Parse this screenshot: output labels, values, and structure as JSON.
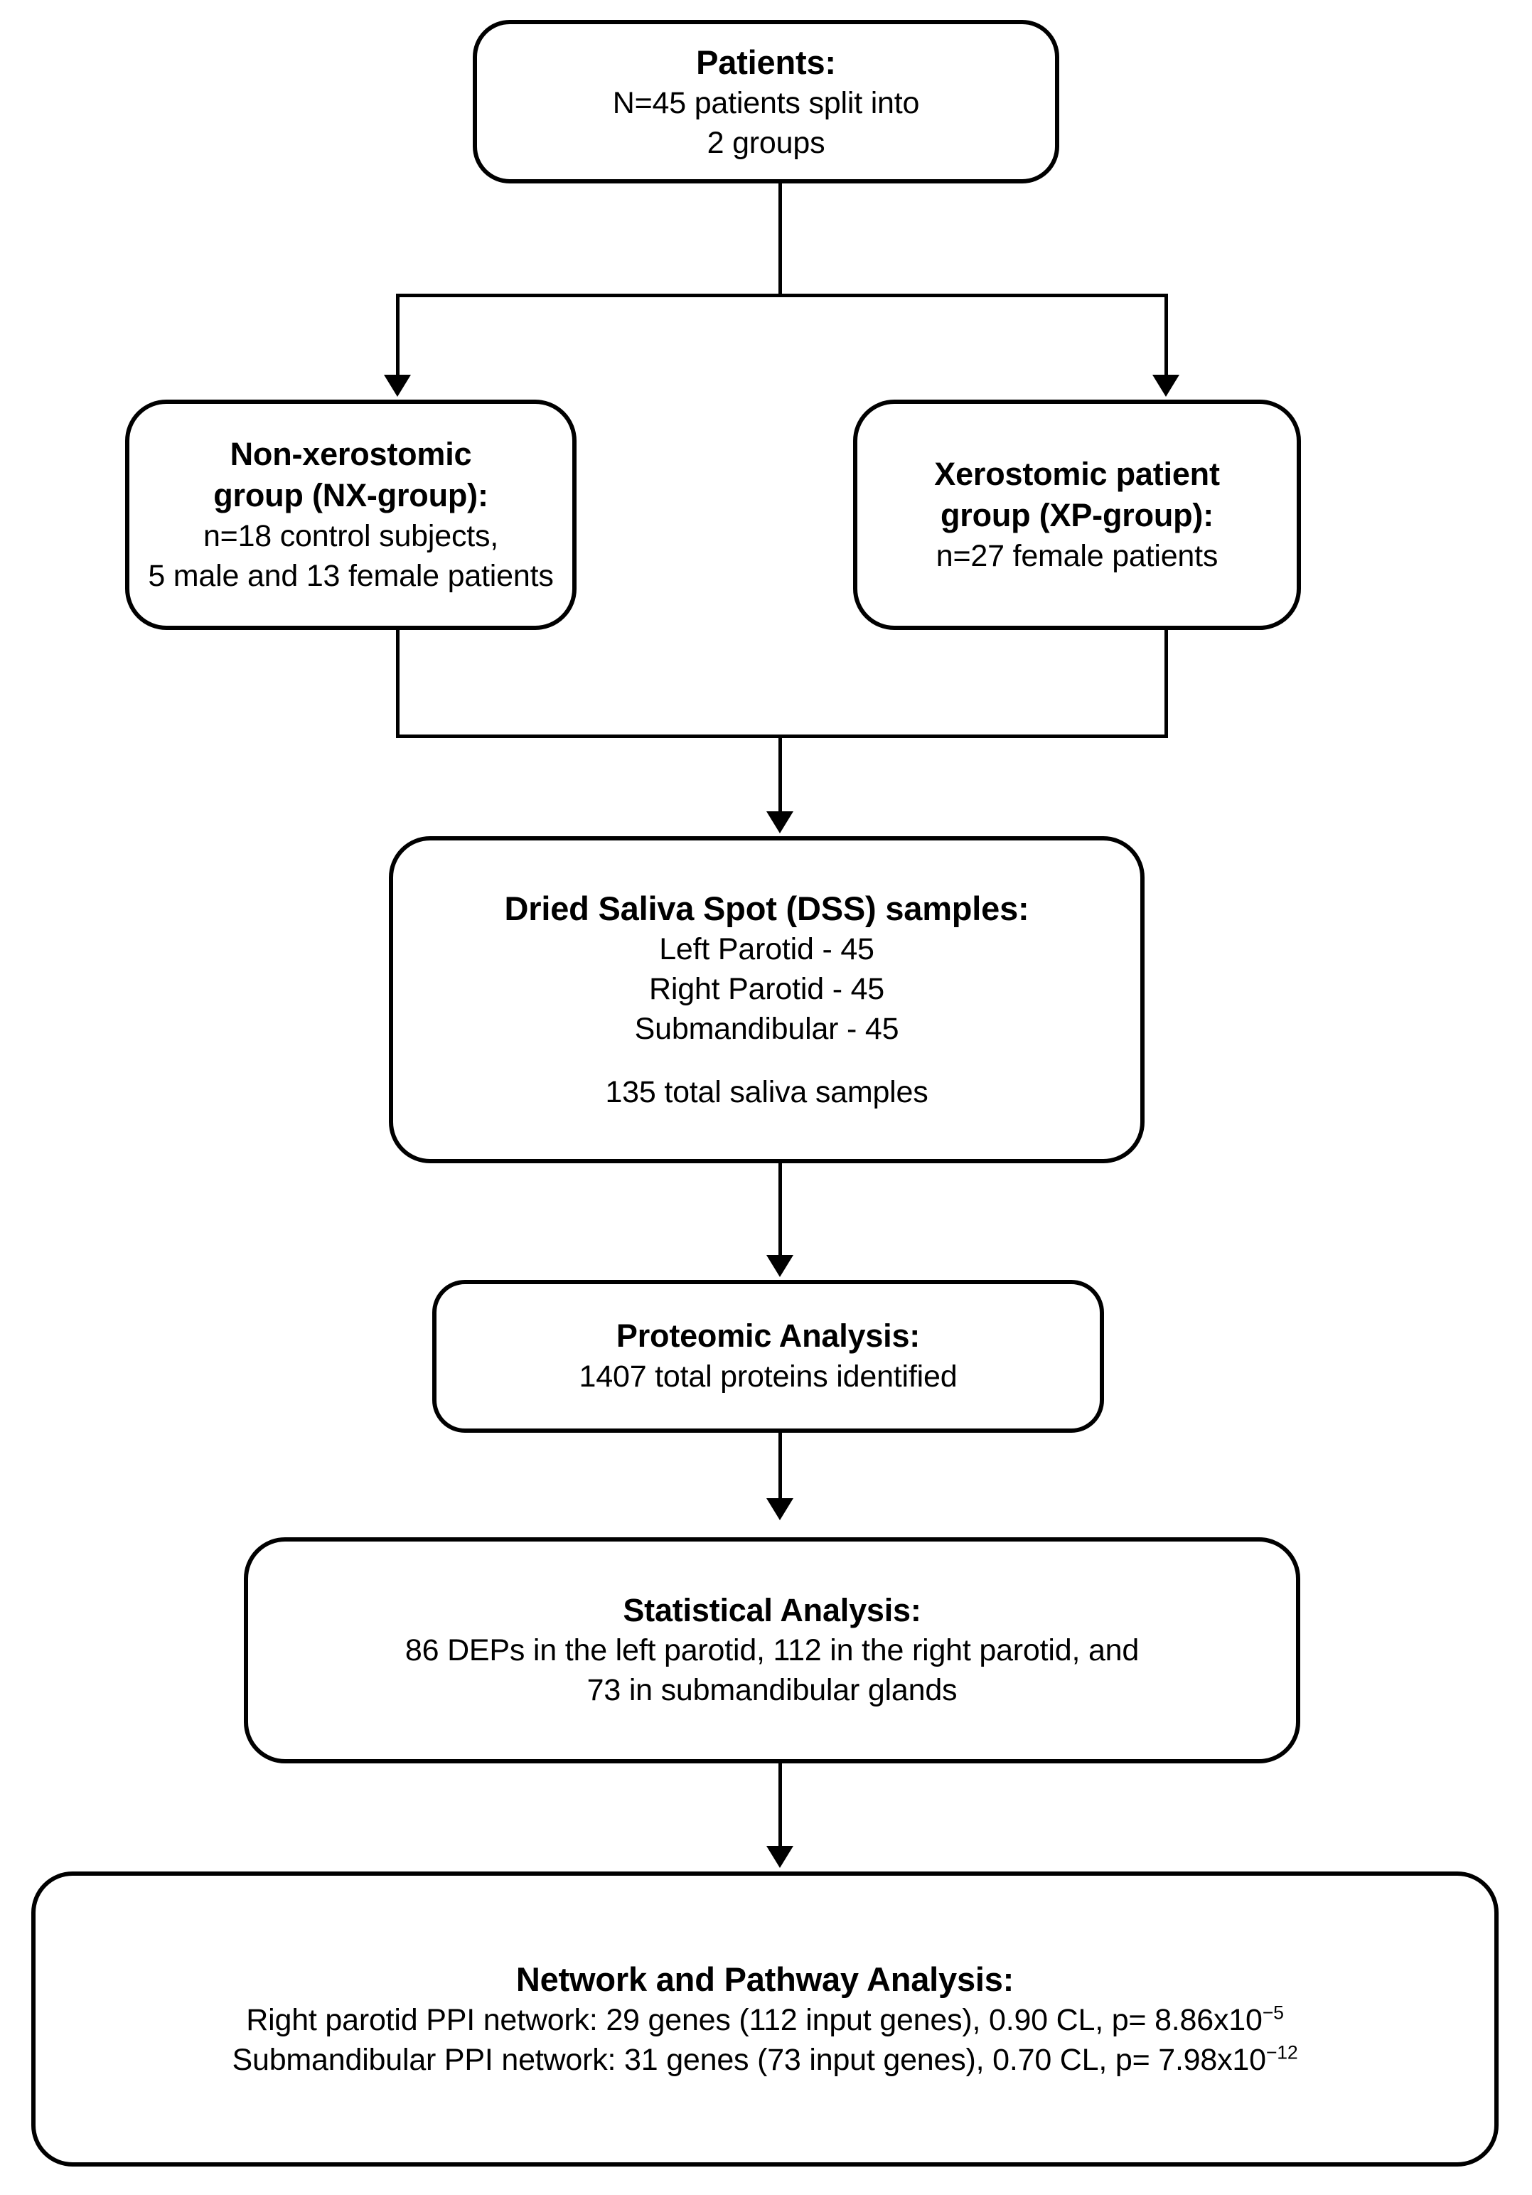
{
  "diagram": {
    "type": "flowchart",
    "orientation": "top-to-bottom",
    "nodes": {
      "patients": {
        "title": "Patients:",
        "line1": "N=45 patients split into",
        "line2": "2 groups"
      },
      "nx_group": {
        "title_line1": "Non-xerostomic",
        "title_line2": "group (NX-group):",
        "line1": "n=18 control subjects,",
        "line2": "5 male and 13 female patients"
      },
      "xp_group": {
        "title_line1": "Xerostomic patient",
        "title_line2": "group (XP-group):",
        "line1": "n=27 female patients"
      },
      "dss_samples": {
        "title": "Dried Saliva Spot (DSS) samples:",
        "line1": "Left Parotid - 45",
        "line2": "Right Parotid - 45",
        "line3": "Submandibular - 45",
        "line4": "135 total saliva samples"
      },
      "proteomic": {
        "title": "Proteomic Analysis:",
        "line1": "1407 total proteins identified"
      },
      "statistical": {
        "title": "Statistical Analysis:",
        "line1": "86 DEPs in the left parotid, 112 in the right parotid, and",
        "line2": "73 in submandibular glands"
      },
      "network": {
        "title": "Network and Pathway Analysis:",
        "line1_pre": "Right parotid PPI network: 29 genes (112 input genes), 0.90 CL, p= 8.86x10",
        "line1_sup": "−5",
        "line2_pre": "Submandibular PPI network: 31 genes (73 input genes), 0.70 CL, p= 7.98x10",
        "line2_sup": "−12"
      }
    },
    "colors": {
      "stroke": "#000000",
      "fill": "#ffffff",
      "text": "#000000"
    }
  }
}
